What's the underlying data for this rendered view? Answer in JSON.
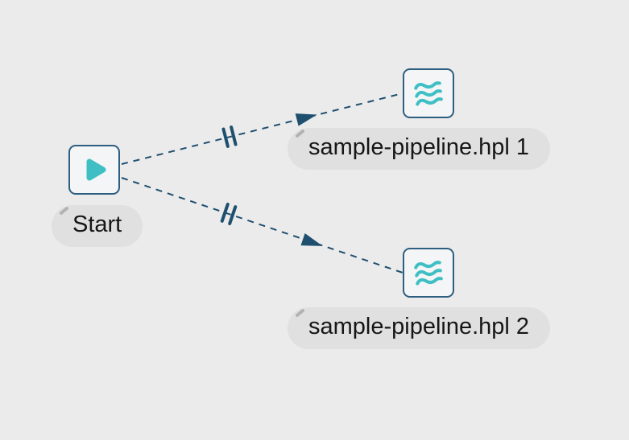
{
  "app": {
    "name": "workflow canvas"
  },
  "colors": {
    "canvas_bg": "#ebebeb",
    "node_border": "#2e5e80",
    "node_fill": "#f3f5f6",
    "accent_teal": "#3fbfc4",
    "hop_line": "#1f4f6f",
    "label_bg": "#e0e0e0",
    "label_text": "#161616"
  },
  "nodes": [
    {
      "id": "start",
      "label": "Start",
      "icon": "play-icon"
    },
    {
      "id": "pipeline-1",
      "label": "sample-pipeline.hpl 1",
      "icon": "waves-icon"
    },
    {
      "id": "pipeline-2",
      "label": "sample-pipeline.hpl 2",
      "icon": "waves-icon"
    }
  ],
  "hops": [
    {
      "from": "start",
      "to": "pipeline-1",
      "style": "dashed",
      "indicator": "parallel"
    },
    {
      "from": "start",
      "to": "pipeline-2",
      "style": "dashed",
      "indicator": "parallel"
    }
  ]
}
